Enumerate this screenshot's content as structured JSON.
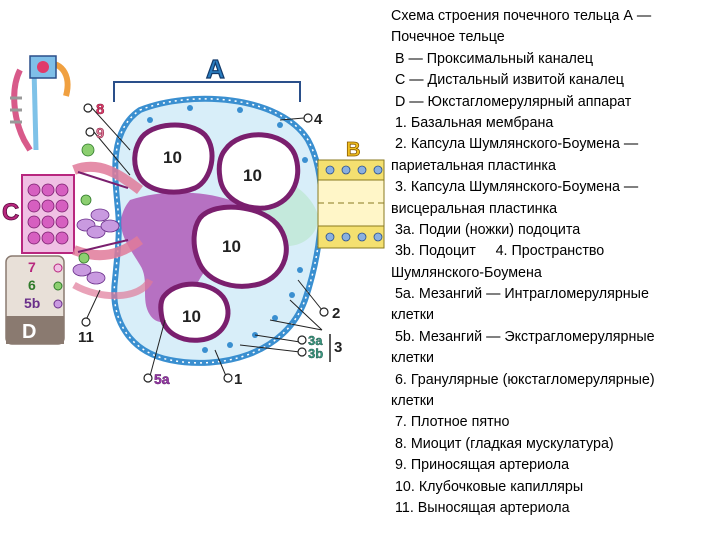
{
  "caption": {
    "lines": [
      "Схема строения почечного тельца А —",
      "Почечное тельце",
      " B — Проксимальный каналец",
      " C — Дистальный извитой каналец",
      " D — Юкстагломерулярный аппарат",
      " 1. Базальная мембрана",
      " 2. Капсула Шумлянского-Боумена —",
      "париетальная пластинка",
      " 3. Капсула Шумлянского-Боумена —",
      "висцеральная пластинка",
      " 3a. Подии (ножки) подоцита",
      " 3b. Подоцит     4. Пространство",
      "Шумлянского-Боумена",
      " 5a. Мезангий — Интрагломерулярные",
      "клетки",
      " 5b. Мезангий — Экстрагломерулярные",
      "клетки",
      " 6. Гранулярные (юкстагломерулярные)",
      "клетки",
      " 7. Плотное пятно",
      " 8. Миоцит (гладкая мускулатура)",
      " 9. Приносящая артериола",
      " 10. Клубочковые капилляры",
      " 11. Выносящая артериола"
    ]
  },
  "figure": {
    "letters": {
      "a": "A",
      "b": "B",
      "c": "C",
      "d": "D"
    },
    "capillary_label": "10",
    "labels": {
      "l1": "1",
      "l2": "2",
      "l3": "3",
      "l3a": "3a",
      "l3b": "3b",
      "l4": "4",
      "l5a": "5a",
      "l5b": "5b",
      "l6": "6",
      "l7": "7",
      "l8": "8",
      "l9": "9",
      "l11": "11"
    },
    "colors": {
      "capsule_fill": "#d8eef9",
      "capsule_edge": "#3a8fd0",
      "capillary_fill": "#ffffff",
      "capillary_edge": "#7a1f6e",
      "capillary_dots": "#c0338a",
      "mesangium": "#b05ab8",
      "podocyte": "#9ed8c0",
      "tubule_b": "#f4e070",
      "tubule_c": "#d65fc0",
      "jga_d": "#e8e0d8",
      "label_letter": "#2a7dc0",
      "letter_c": "#b8277e",
      "arteriole": "#e07a9a"
    }
  }
}
